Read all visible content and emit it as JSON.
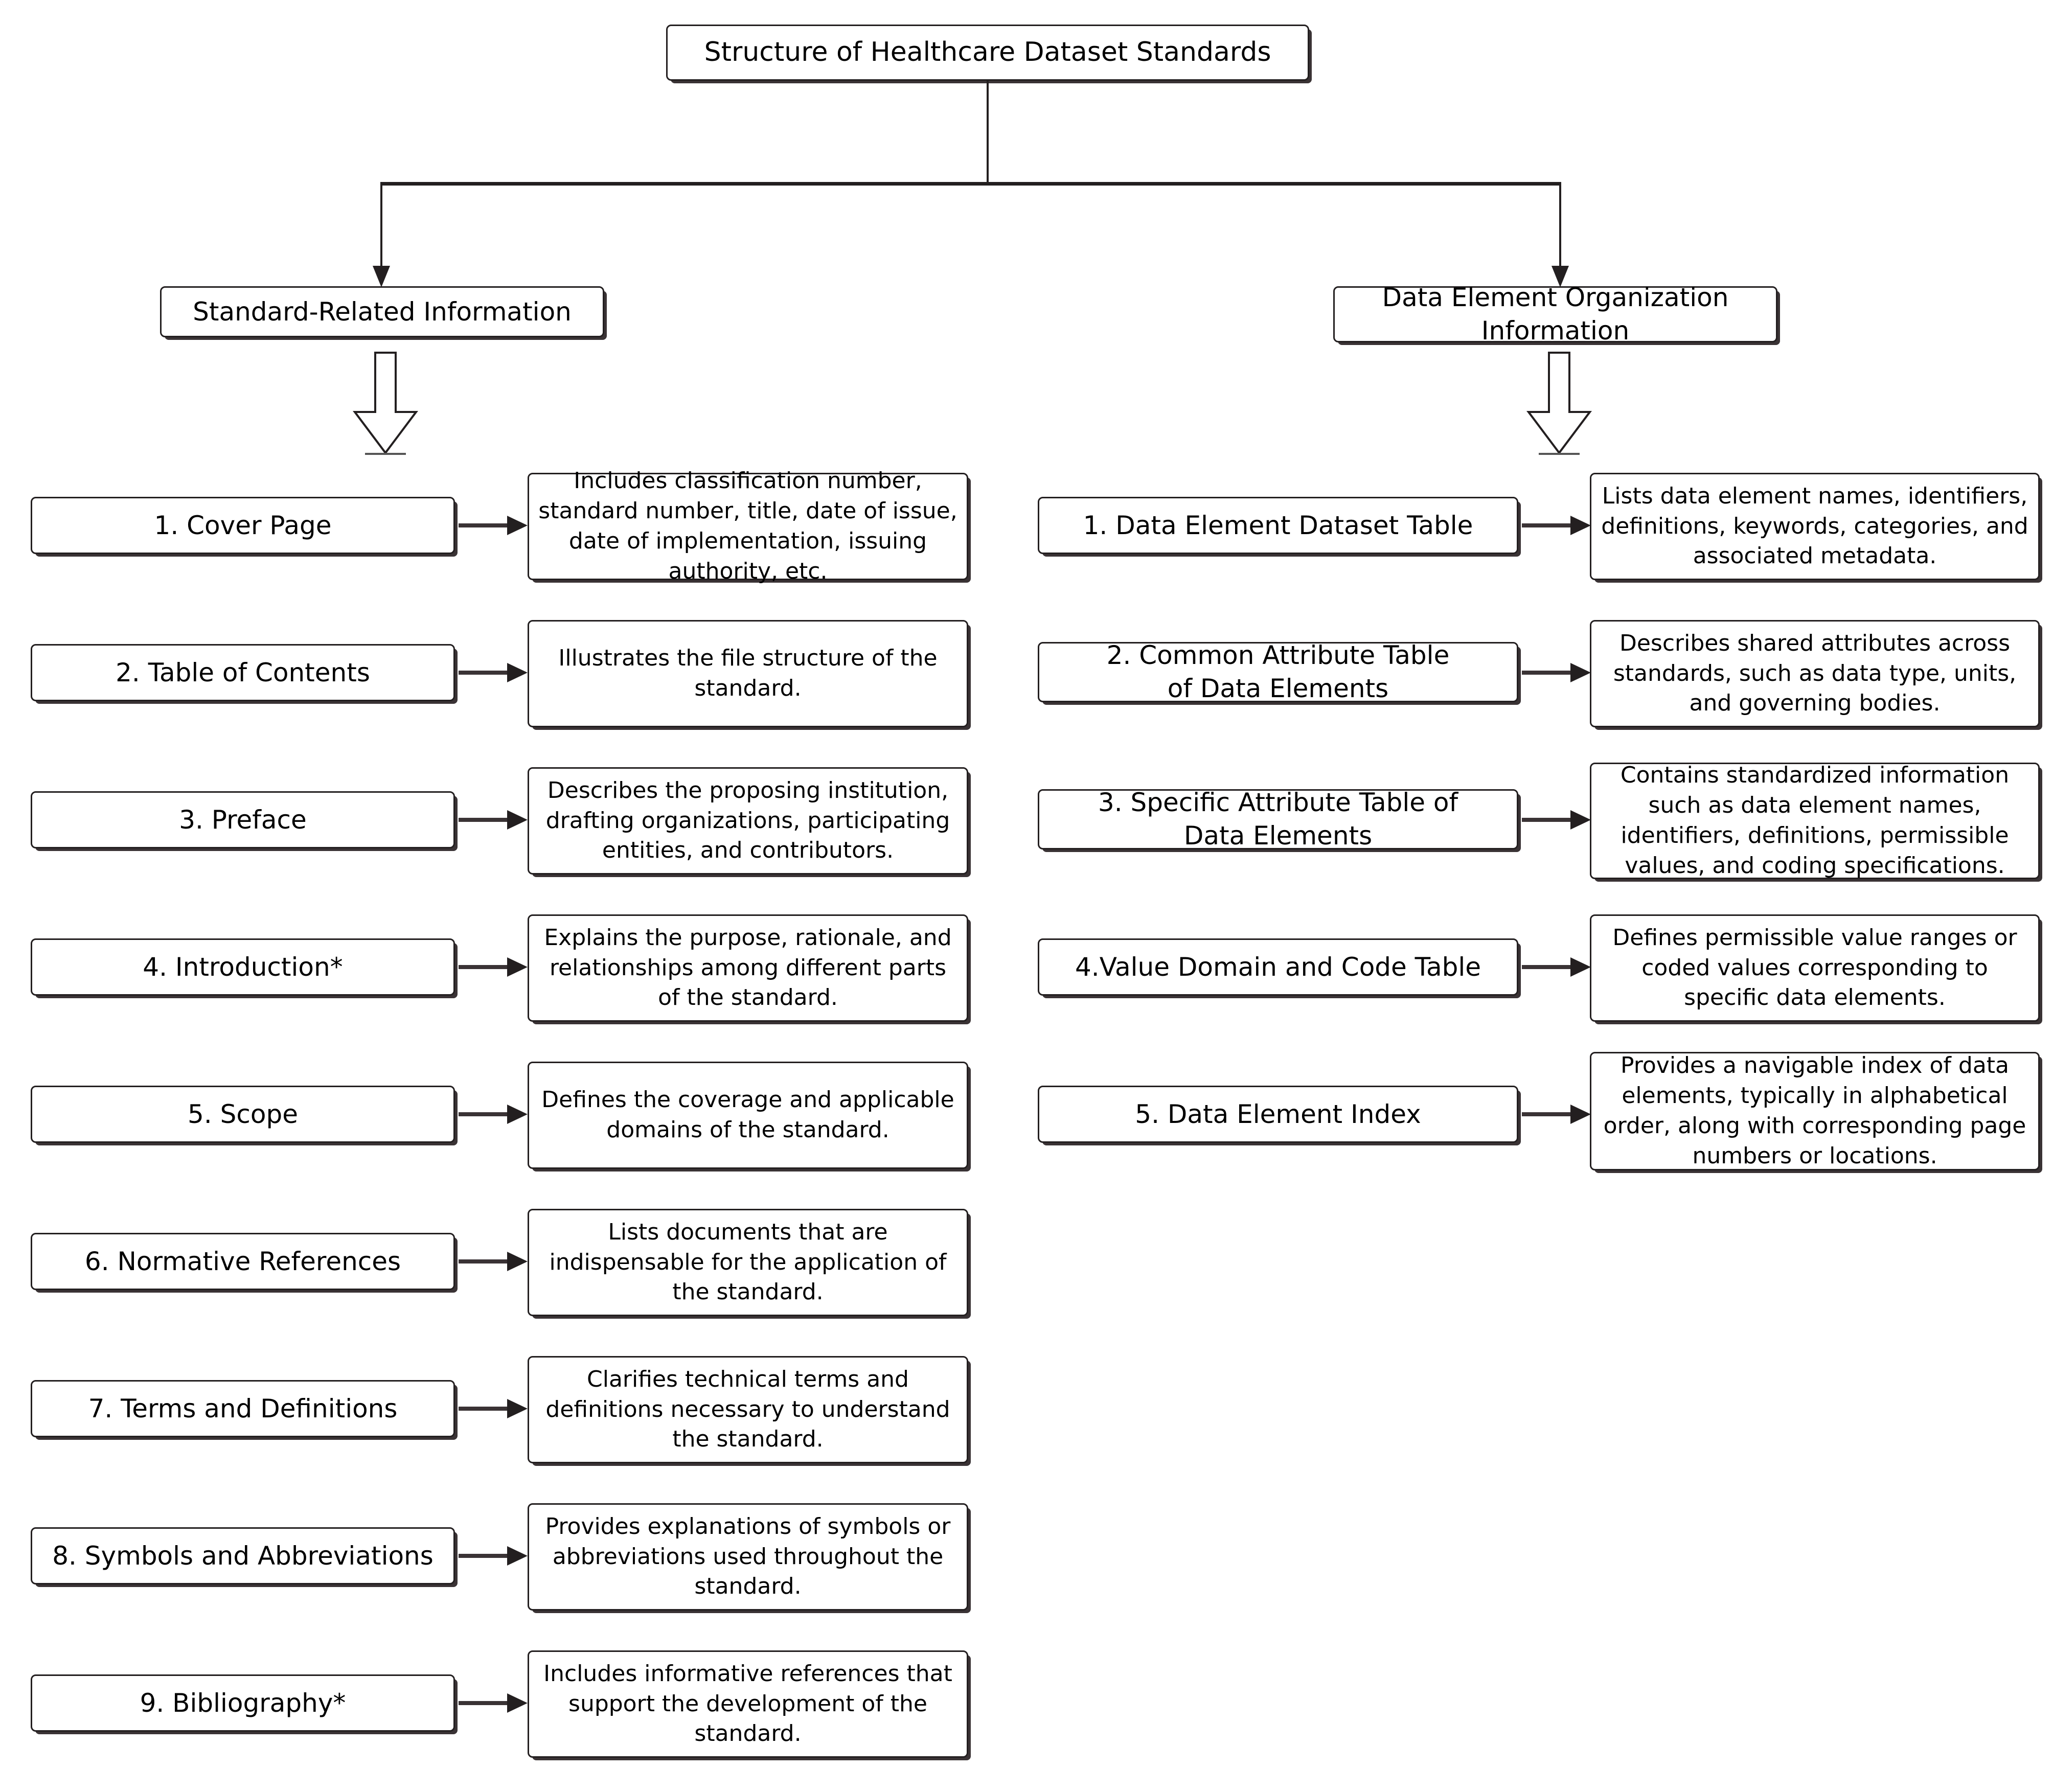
{
  "diagram": {
    "title": "Structure of Healthcare Dataset Standards",
    "branches": [
      {
        "label": "Standard-Related Information"
      },
      {
        "label": "Data Element Organization\nInformation"
      }
    ],
    "left_column": {
      "heading": "Standard-Related Information",
      "items": [
        {
          "label": "1. Cover Page",
          "description": "Includes classification number, standard number, title, date of issue, date of implementation, issuing authority, etc."
        },
        {
          "label": "2. Table of Contents",
          "description": "Illustrates the file structure of the standard."
        },
        {
          "label": "3. Preface",
          "description": "Describes the proposing institution, drafting organizations, participating entities, and contributors."
        },
        {
          "label": "4. Introduction*",
          "description": "Explains the purpose, rationale, and relationships among different parts of the standard."
        },
        {
          "label": "5. Scope",
          "description": "Defines the coverage and applicable domains of the standard."
        },
        {
          "label": "6. Normative References",
          "description": "Lists documents that are indispensable for the application of the standard."
        },
        {
          "label": "7. Terms and Definitions",
          "description": "Clarifies technical terms and definitions necessary to understand the standard."
        },
        {
          "label": "8. Symbols and Abbreviations",
          "description": "Provides explanations of symbols or abbreviations used throughout the standard."
        },
        {
          "label": "9. Bibliography*",
          "description": "Includes informative references that support the development of the standard."
        }
      ]
    },
    "right_column": {
      "heading": "Data Element Organization Information",
      "items": [
        {
          "label": "1. Data Element Dataset Table",
          "description": "Lists data element names, identifiers, definitions, keywords, categories, and associated metadata."
        },
        {
          "label": "2. Common Attribute Table\nof Data Elements",
          "description": "Describes shared attributes across standards, such as data type, units, and governing bodies."
        },
        {
          "label": "3. Specific Attribute Table of\nData Elements",
          "description": "Contains standardized information such as data element names, identifiers, definitions, permissible values, and coding specifications."
        },
        {
          "label": "4.Value Domain and Code Table",
          "description": "Defines permissible value ranges or coded values corresponding to specific data elements."
        },
        {
          "label": "5. Data Element Index",
          "description": "Provides a navigable index of data elements, typically in alphabetical order, along with corresponding page numbers or locations."
        }
      ]
    },
    "colors": {
      "stroke": "#231f20",
      "shadow": "#3a3335",
      "background": "#ffffff",
      "text": "#000000"
    }
  }
}
